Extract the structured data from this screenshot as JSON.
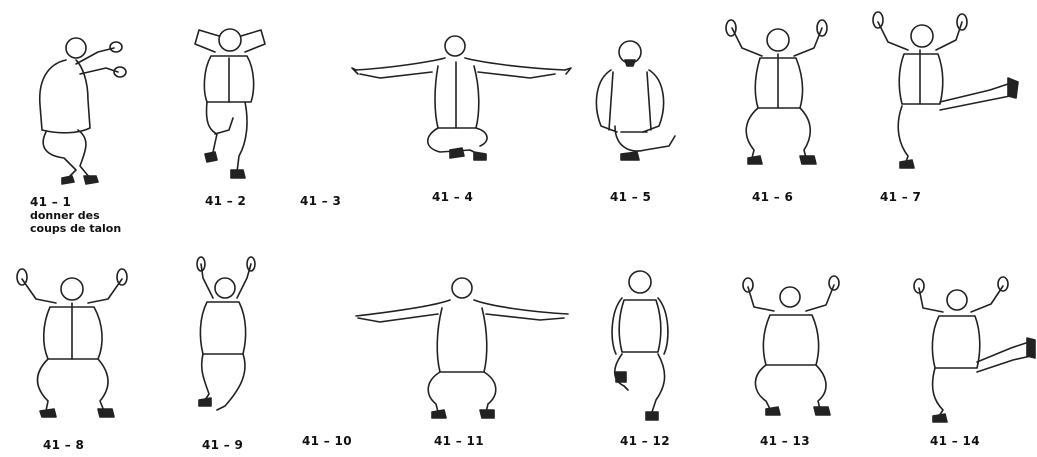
{
  "captions": {
    "c1": "41 – 1",
    "c1_note_line1": "donner des",
    "c1_note_line2": "coups de talon",
    "c2": "41 – 2",
    "c3": "41 – 3",
    "c4": "41 – 4",
    "c5": "41 – 5",
    "c6": "41 – 6",
    "c7": "41 – 7",
    "c8": "41 – 8",
    "c9": "41 – 9",
    "c10": "41 – 10",
    "c11": "41 – 11",
    "c12": "41 – 12",
    "c13": "41 – 13",
    "c14": "41 – 14"
  }
}
